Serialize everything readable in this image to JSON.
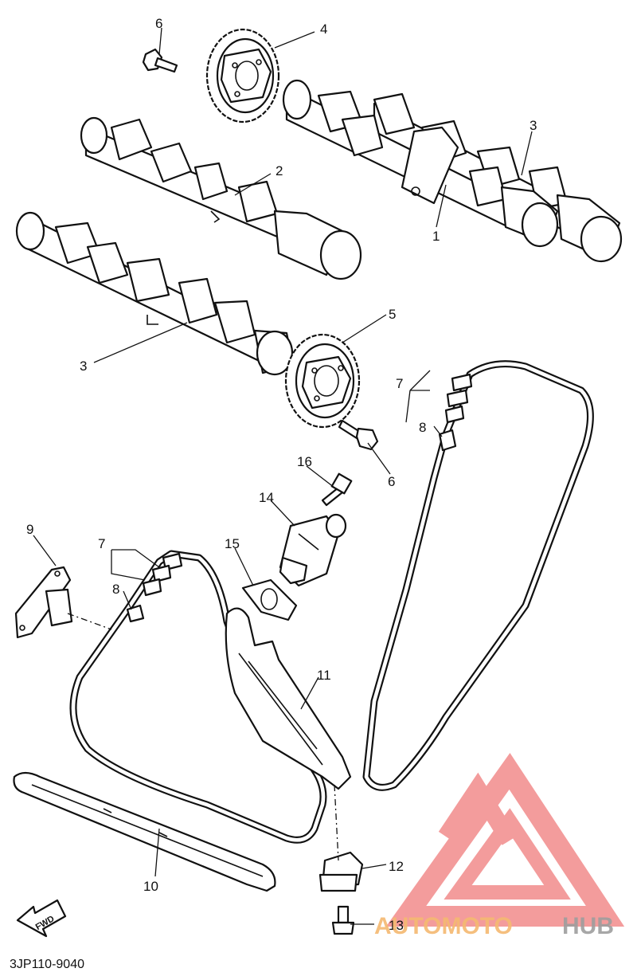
{
  "diagram": {
    "code": "3JP110-9040",
    "fwd_label": "FWD"
  },
  "callouts": {
    "n1": "1",
    "n2": "2",
    "n3a": "3",
    "n3b": "3",
    "n4": "4",
    "n5": "5",
    "n6a": "6",
    "n6b": "6",
    "n7a": "7",
    "n7b": "7",
    "n8a": "8",
    "n8b": "8",
    "n9": "9",
    "n10": "10",
    "n11": "11",
    "n12": "12",
    "n13": "13",
    "n14": "14",
    "n15": "15",
    "n16": "16"
  },
  "watermark": {
    "word_a": "AUTOMOTO",
    "word_b": "HUB",
    "color_a": "#f5b971",
    "color_b": "#9e9e9e",
    "logo_color": "#f28b8b"
  }
}
